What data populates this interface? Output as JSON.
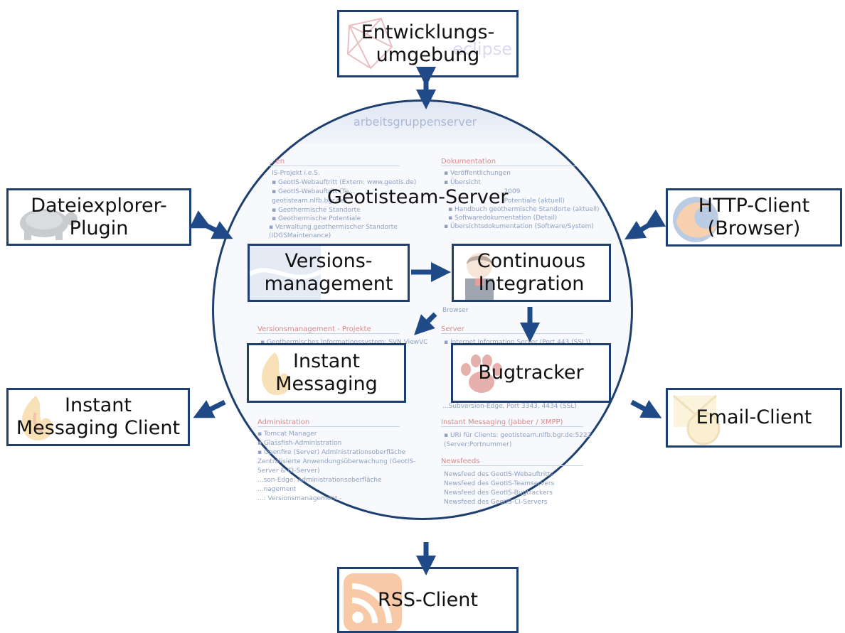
{
  "center": {
    "title": "Geotisteam-Server",
    "backdrop": {
      "header": "arbeitsgruppenserver",
      "left_col": [
        {
          "head": "...en"
        },
        {
          "text": "IS-Projekt i.e.S."
        },
        {
          "text": "▪ GeotIS-Webauftritt (Extern: www.geotis.de)"
        },
        {
          "text": "▪ GeotIS-Webauftritt (Te..."
        },
        {
          "text": "   geotisteam.nlfb.bgr.de)"
        },
        {
          "text": "      ▪ Geothermische Standorte"
        },
        {
          "text": "      ▪ Geothermische Potentiale"
        },
        {
          "text": "▪ Verwaltung geothermischer Standorte"
        },
        {
          "text": "   (IDGSMaintenance)"
        }
      ],
      "right_col": [
        {
          "head": "Dokumentation"
        },
        {
          "text": "▪ Veröffentlichungen"
        },
        {
          "text": "▪ Übersicht"
        },
        {
          "text": "   ...2009"
        },
        {
          "text": "   ...Potentiale (aktuell)"
        },
        {
          "text": "   ▪ Handbuch geothermische Standorte (aktuell)"
        },
        {
          "text": "   ▪ Softwaredokumentation (Detail)"
        },
        {
          "text": "▪ Übersichtsdokumentation (Software/System)"
        }
      ],
      "mid_left_head": "Versionsmanagement - Projekte",
      "mid_left": [
        "▪ Geothermisches Informationssystem: SVN ViewVC"
      ],
      "mid_right_head": "Server",
      "mid_right": [
        "▪ Internet Information Server (Port 443 (SSL))",
        "Browser"
      ],
      "admin_head": "Administration",
      "admin": [
        "▪ Tomcat Manager",
        "▪ Glassfish-Administration",
        "▪ Openfire (Server) Administrationsoberfläche",
        "   Zentralisierte Anwendungsüberwachung (GeotIS-",
        "   Server & CI-Server)",
        "   ...son-Edge: Administrationsoberfläche",
        "   ...nagement",
        "   ...: Versionsmanagement -"
      ],
      "im_head": "Instant Messaging (Jabber / XMPP)",
      "im": [
        "▪ URI für Clients: geotisteam.nlfb.bgr.de:5222",
        "   (Server:Portnummer)"
      ],
      "svn_line": "...Subversion-Edge, Port 3343, 4434 (SSL)",
      "news_head": "Newsfeeds",
      "news": [
        "Newsfeed des GeotIS-Webauftritts",
        "Newsfeed des GeotIS-Teamservers",
        "Newsfeed des GeotIS-Bugtrackers",
        "Newsfeed des GeotIS-CI-Servers"
      ]
    }
  },
  "outer_nodes": {
    "ide": "Entwicklungs-\numgebung",
    "ide_watermark": "eclipse",
    "file_explorer": "Dateiexplorer-\nPlugin",
    "http": "HTTP-Client\n(Browser)",
    "im_client": "Instant\nMessaging Client",
    "email": "Email-Client",
    "rss": "RSS-Client"
  },
  "inner_nodes": {
    "versions": "Versions-\nmanagement",
    "ci": "Continuous\nIntegration",
    "im": "Instant\nMessaging",
    "bugtracker": "Bugtracker"
  },
  "colors": {
    "border": "#1f3f6e",
    "arrow": "#1f4a87",
    "text": "#111111"
  },
  "icons": [
    "eclipse-icon",
    "tortoise-icon",
    "firefox-icon",
    "pidgin-icon",
    "email-icon",
    "rss-icon",
    "jenkins-icon",
    "bugtracker-paw-icon"
  ]
}
